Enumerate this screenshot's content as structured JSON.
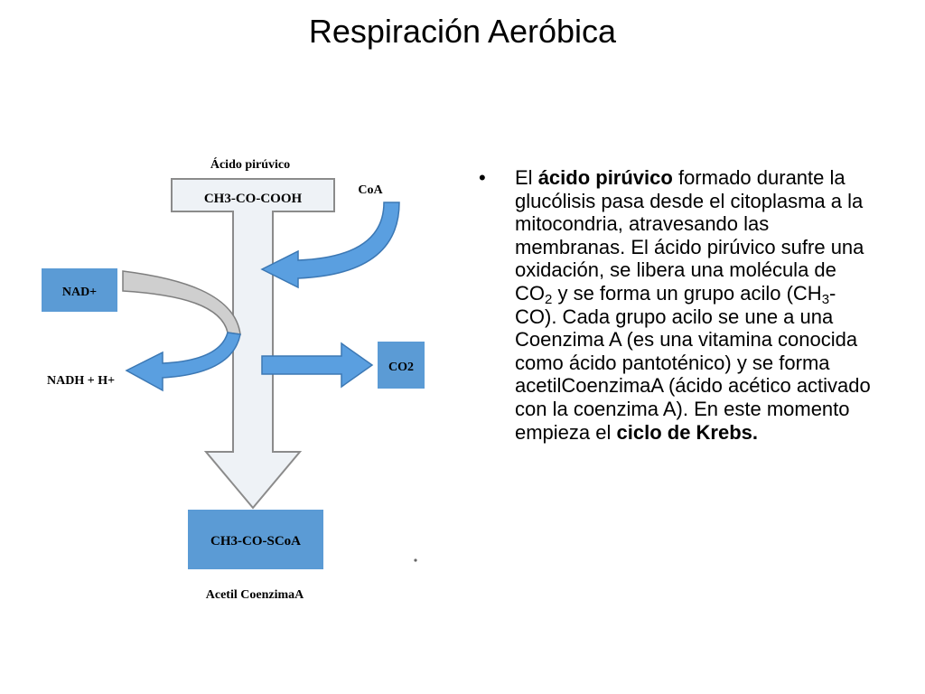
{
  "title": "Respiración Aeróbica",
  "colors": {
    "accent": "#6fa8dc",
    "box": "#5b9bd5",
    "arrow": "#5a9fe0",
    "grey": "#cfcfcf"
  },
  "diagram": {
    "top_label": "Ácido pirúvico",
    "top_formula": "CH3-CO-COOH",
    "coa": "CoA",
    "nad": "NAD+",
    "nadh": "NADH + H+",
    "co2": "CO2",
    "bottom_formula": "CH3-CO-SCoA",
    "bottom_label": "Acetil CoenzimaA"
  },
  "text": {
    "bullet": "•",
    "p1": "El ",
    "b1": "ácido pirúvico",
    "p2": " formado durante la glucólisis pasa desde el citoplasma a la mitocondria, atravesando las membranas. El ácido pirúvico sufre una oxidación, se libera una molécula de CO",
    "s1": "2",
    "p3": " y se forma un grupo acilo (CH",
    "s2": "3",
    "p4": "-CO). Cada grupo acilo se une a una Coenzima A (es una vitamina conocida como ácido pantoténico) y se forma acetilCoenzimaA (ácido acético activado con la coenzima A). En este momento empieza el ",
    "b2": "ciclo de Krebs."
  }
}
